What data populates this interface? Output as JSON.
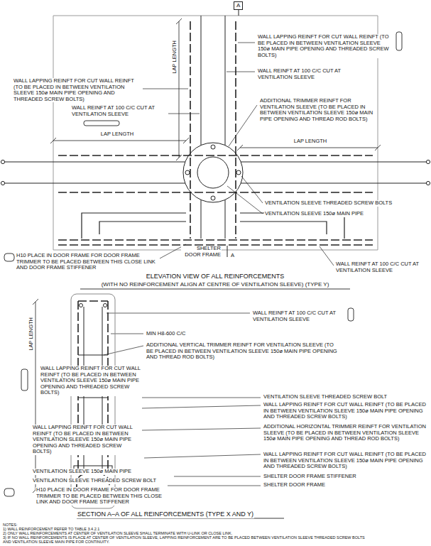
{
  "diagram": {
    "nodes": [
      {
        "text": [
          "A"
        ]
      }
    ],
    "labels": [
      "WALL LAPPING REINFT FOR CUT WALL REINFT (TO BE PLACED IN BETWEEN VENTILATION SLEEVE 150ø MAIN PIPE OPENING AND THREADED SCREW BOLTS)",
      "WALL REINFT AT 100 C/C CUT AT VENTILATION SLEEVE",
      "WALL LAPPING REINFT FOR CUT WALL REINFT (TO BE PLACED IN BETWEEN VENTILATION SLEEVE 150ø MAIN PIPE OPENING AND THREADED SCREW BOLTS)",
      "WALL REINFT AT 100 C/C CUT AT VENTILATION SLEEVE",
      "LAP LENGTH",
      "ADDITIONAL TRIMMER REINFT FOR VENTILATION SLEEVE (TO BE PLACED IN BETWEEN VENTILATION SLEEVE 150ø MAIN PIPE OPENING AND THREAD ROD BOLTS)",
      "LAP LENGTH",
      "LAP LENGTH",
      "VENTILATION SLEEVE THREADED SCREW BOLTS",
      "VENTILATION SLEEVE 150ø MAIN PIPE",
      "SHELTER DOOR FRAME",
      "A",
      "H10 PLACE IN DOOR FRAME FOR DOOR FRAME TRIMMER TO BE PLACED BETWEEN THIS CLOSE LINK AND DOOR FRAME STIFFENER",
      "WALL REINFT AT 100 C/C CUT AT VENTILATION SLEEVE",
      "ELEVATION VIEW OF ALL REINFORCEMENTS",
      "(WITH NO REINFORCEMENT ALIGN AT CENTRE OF VENTILATION SLEEVE) (TYPE Y)",
      "WALL REINFT AT 100 C/C CUT AT VENTILATION SLEEVE",
      "MIN H8-600 C/C",
      "ADDITIONAL VERTICAL TRIMMER REINFT FOR VENTILATION SLEEVE (TO BE PLACED IN BETWEEN VENTILATION SLEEVE 150ø MAIN PIPE OPENING AND THREAD ROD BOLTS)",
      "LAP LENGTH",
      "WALL LAPPING REINFT FOR CUT WALL REINFT (TO BE PLACED IN BETWEEN VENTILATION SLEEVE 150ø MAIN PIPE OPENING AND THREADED SCREW BOLTS)",
      "VENTILATION SLEEVE THREADED SCREW BOLT",
      "WALL LAPPING REINFT FOR CUT WALL REINFT (TO BE PLACED IN BETWEEN VENTILATION SLEEVE 150ø MAIN PIPE OPENING AND THREADED SCREW BOLTS)",
      "WALL LAPPING REINFT FOR CUT WALL REINFT (TO BE PLACED IN BETWEEN VENTILATION SLEEVE 150ø MAIN PIPE OPENING AND THREADED SCREW BOLTS)",
      "ADDITIONAL HORIZONTAL TRIMMER REINFT FOR VENTILATION SLEEVE (TO BE PLACED IN BETWEEN VENTILATION SLEEVE 150ø MAIN PIPE OPENING AND THREAD ROD BOLTS)",
      "WALL LAPPING REINFT FOR CUT WALL REINFT (TO BE PLACED IN BETWEEN VENTILATION SLEEVE 150ø MAIN PIPE OPENING AND THREADED SCREW BOLTS)",
      "VENTILATION SLEEVE 150ø MAIN PIPE",
      "VENTILATION SLEEVE THREADED SCREW BOLT",
      "SHELTER DOOR FRAME STIFFENER",
      "SHELTER DOOR FRAME",
      "H10 PLACE IN DOOR FRAME FOR DOOR FRAME TRIMMER TO BE PLACED BETWEEN THIS CLOSE LINK AND DOOR FRAME STIFFENER",
      "SECTION A–A OF ALL REINFORCEMENTS (TYPE X AND Y)",
      "NOTES:",
      "1) WALL REINFORCEMENT REFER TO TABLE 3.4.2.1",
      "2) ONLY WALL REINFORCEMENTS AT CENTER OF VENTILATION SLEEVE SHALL TERMINATE WITH U-LINK OR CLOSE LINK.",
      "3) IF NO WALL REINFORCEMENTS IS PLACE AT CENTER OF VENTILATION SLEEVE, LAPPING REINFORCEMENT ARE TO BE PLACED BETWEEN VENTILATION SLEEVE THREADED SCREW BOLTS AND VENTILATION SLEEVE MAIN PIPE FOR CONTINUITY."
    ]
  }
}
